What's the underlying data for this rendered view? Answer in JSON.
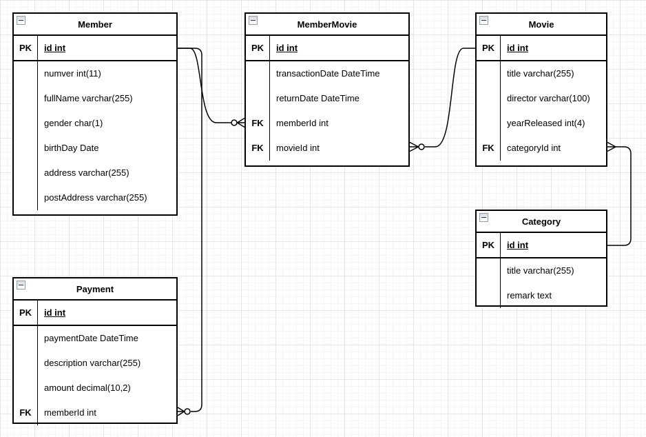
{
  "diagram": {
    "tables": [
      {
        "id": "member",
        "title": "Member",
        "rows": [
          {
            "key": "PK",
            "field": "id int",
            "pk": true
          },
          {
            "key": "",
            "field": "numver int(11)"
          },
          {
            "key": "",
            "field": "fullName varchar(255)"
          },
          {
            "key": "",
            "field": "gender char(1)"
          },
          {
            "key": "",
            "field": "birthDay Date"
          },
          {
            "key": "",
            "field": "address varchar(255)"
          },
          {
            "key": "",
            "field": "postAddress varchar(255)"
          }
        ]
      },
      {
        "id": "memberMovie",
        "title": "MemberMovie",
        "rows": [
          {
            "key": "PK",
            "field": "id int",
            "pk": true
          },
          {
            "key": "",
            "field": "transactionDate DateTime"
          },
          {
            "key": "",
            "field": "returnDate DateTime"
          },
          {
            "key": "FK",
            "field": "memberId int"
          },
          {
            "key": "FK",
            "field": "movieId int"
          }
        ]
      },
      {
        "id": "movie",
        "title": "Movie",
        "rows": [
          {
            "key": "PK",
            "field": "id int",
            "pk": true
          },
          {
            "key": "",
            "field": "title varchar(255)"
          },
          {
            "key": "",
            "field": "director varchar(100)"
          },
          {
            "key": "",
            "field": "yearReleased int(4)"
          },
          {
            "key": "FK",
            "field": "categoryId int"
          }
        ]
      },
      {
        "id": "category",
        "title": "Category",
        "rows": [
          {
            "key": "PK",
            "field": "id int",
            "pk": true
          },
          {
            "key": "",
            "field": "title varchar(255)"
          },
          {
            "key": "",
            "field": "remark text"
          }
        ]
      },
      {
        "id": "payment",
        "title": "Payment",
        "rows": [
          {
            "key": "PK",
            "field": "id int",
            "pk": true
          },
          {
            "key": "",
            "field": "paymentDate DateTime"
          },
          {
            "key": "",
            "field": "description varchar(255)"
          },
          {
            "key": "",
            "field": "amount decimal(10,2)"
          },
          {
            "key": "FK",
            "field": "memberId int"
          }
        ]
      }
    ],
    "relationships": [
      {
        "from": "Member.id",
        "to": "MemberMovie.memberId",
        "from_end": "line",
        "to_end": "zero-or-many"
      },
      {
        "from": "Member.id",
        "to": "Payment.memberId",
        "from_end": "line",
        "to_end": "zero-or-many"
      },
      {
        "from": "Movie.id",
        "to": "MemberMovie.movieId",
        "from_end": "line",
        "to_end": "zero-or-many"
      },
      {
        "from": "Category.id",
        "to": "Movie.categoryId",
        "from_end": "line",
        "to_end": "many"
      }
    ],
    "icons": {
      "table_collapse": "minus-icon"
    },
    "colors": {
      "stroke": "#000000",
      "table_fill": "#ffffff",
      "grid_major": "#e6e6e6",
      "grid_minor": "#f6f6f6"
    }
  }
}
